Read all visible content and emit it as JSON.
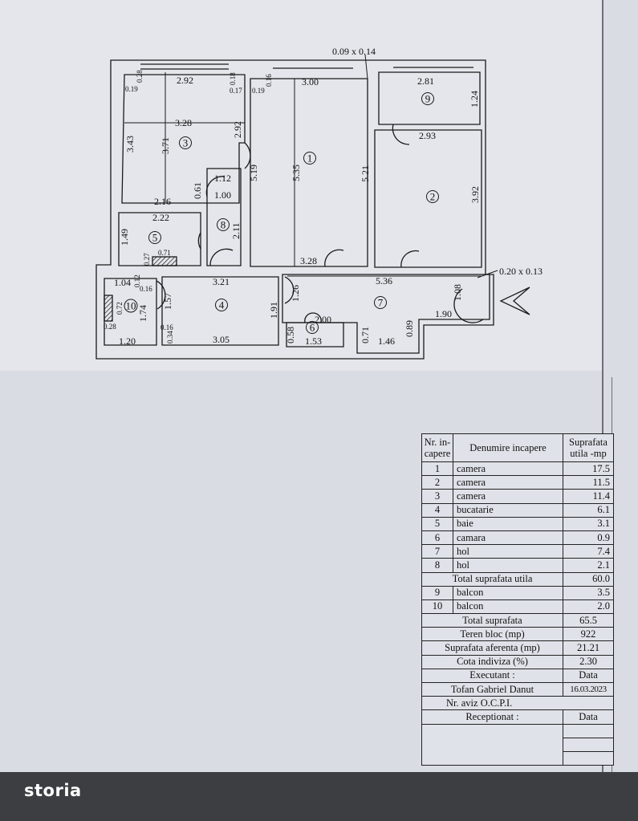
{
  "plan": {
    "rooms": [
      "1",
      "2",
      "3",
      "4",
      "5",
      "6",
      "7",
      "8",
      "9",
      "10"
    ],
    "dims": [
      "2.92",
      "0.28",
      "0.19",
      "0.18",
      "0.17",
      "0.19",
      "0.16",
      "3.00",
      "0.09 x 0.14",
      "2.81",
      "1.24",
      "3.28",
      "2.92",
      "3.43",
      "3.71",
      "1.12",
      "1.00",
      "0.61",
      "2.16",
      "2.22",
      "1.49",
      "0.27",
      "0.71",
      "5.19",
      "5.35",
      "5.21",
      "2.93",
      "3.92",
      "2.11",
      "3.28",
      "5.36",
      "0.20 x 0.13",
      "1.04",
      "0.12",
      "0.16",
      "3.21",
      "1.26",
      "1.91",
      "1.08",
      "1.90",
      "1.57",
      "0.72",
      "1.74",
      "0.28",
      "1.20",
      "0.16",
      "0.34",
      "3.05",
      "2.00",
      "0.58",
      "1.53",
      "0.71",
      "1.46",
      "0.89"
    ]
  },
  "table": {
    "headers": {
      "nr": "Nr. in-capere",
      "name": "Denumire  incapere",
      "area": "Suprafata utila -mp"
    },
    "rows": [
      {
        "nr": "1",
        "name": "camera",
        "area": "17.5"
      },
      {
        "nr": "2",
        "name": "camera",
        "area": "11.5"
      },
      {
        "nr": "3",
        "name": "camera",
        "area": "11.4"
      },
      {
        "nr": "4",
        "name": "bucatarie",
        "area": "6.1"
      },
      {
        "nr": "5",
        "name": "baie",
        "area": "3.1"
      },
      {
        "nr": "6",
        "name": "camara",
        "area": "0.9"
      },
      {
        "nr": "7",
        "name": "hol",
        "area": "7.4"
      },
      {
        "nr": "8",
        "name": "hol",
        "area": "2.1"
      }
    ],
    "total_util": {
      "label": "Total suprafata utila",
      "value": "60.0"
    },
    "balconies": [
      {
        "nr": "9",
        "name": "balcon",
        "area": "3.5"
      },
      {
        "nr": "10",
        "name": "balcon",
        "area": "2.0"
      }
    ],
    "total": {
      "label": "Total suprafata",
      "value": "65.5"
    },
    "teren": {
      "label": "Teren bloc (mp)",
      "value": "922"
    },
    "aferenta": {
      "label": "Suprafata aferenta (mp)",
      "value": "21.21"
    },
    "cota": {
      "label": "Cota indiviza (%)",
      "value": "2.30"
    },
    "executant": {
      "label": "Executant :",
      "date_label": "Data"
    },
    "executant_name": {
      "name": "Tofan Gabriel Danut",
      "date": "16.03.2023"
    },
    "aviz": "Nr. aviz O.C.P.I.",
    "receptionat": {
      "label": "Receptionat :",
      "date_label": "Data"
    }
  },
  "brand": {
    "logo": "storia"
  }
}
